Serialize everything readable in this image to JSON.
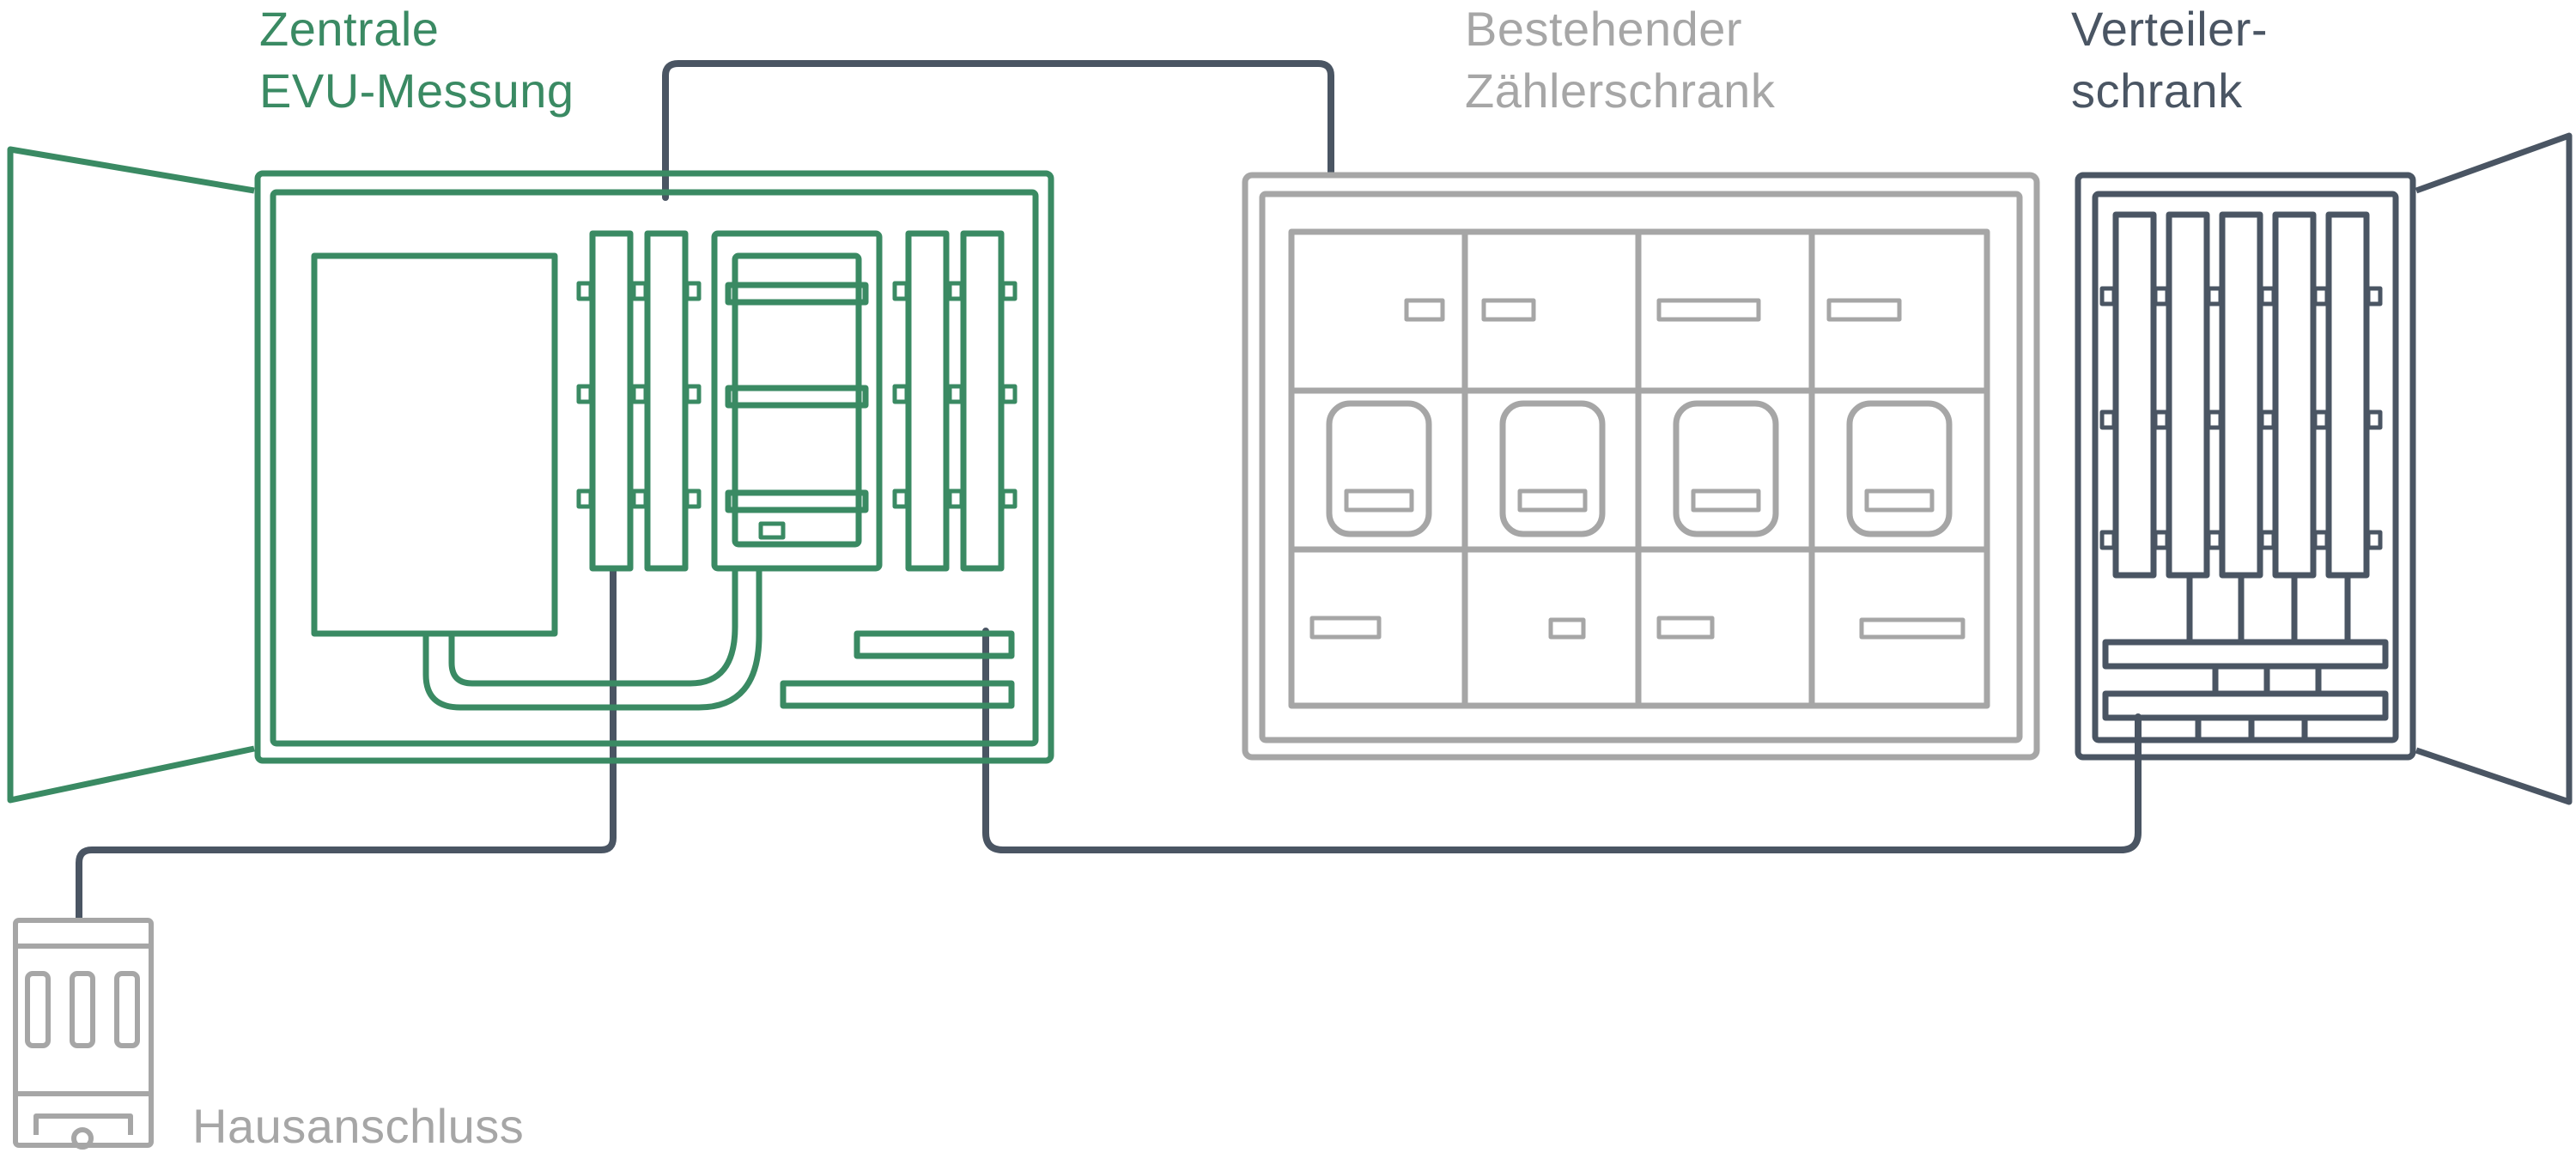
{
  "colors": {
    "green": "#3a8a63",
    "gray": "#a6a6a6",
    "dark": "#4a5563"
  },
  "labels": {
    "evu": "Zentrale\nEVU-Messung",
    "zaehler": "Bestehender\nZählerschrank",
    "verteiler": "Verteiler-\nschrank",
    "hausanschluss": "Hausanschluss"
  }
}
